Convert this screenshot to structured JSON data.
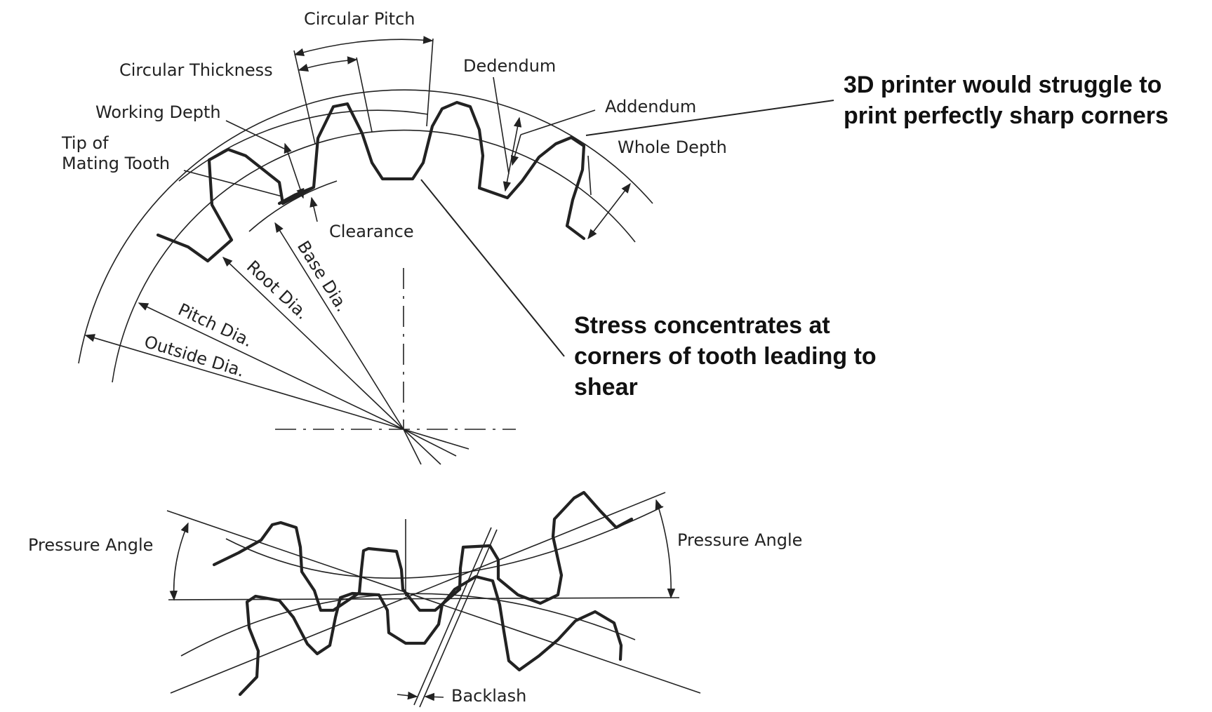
{
  "labels": {
    "circular_pitch": "Circular Pitch",
    "circular_thickness": "Circular Thickness",
    "dedendum": "Dedendum",
    "working_depth": "Working Depth",
    "addendum": "Addendum",
    "tip_of": "Tip of",
    "mating_tooth": "Mating Tooth",
    "whole_depth": "Whole Depth",
    "clearance": "Clearance",
    "base_dia": "Base Dia.",
    "root_dia": "Root Dia.",
    "pitch_dia": "Pitch Dia.",
    "outside_dia": "Outside Dia.",
    "pressure_angle_left": "Pressure Angle",
    "pressure_angle_right": "Pressure Angle",
    "backlash": "Backlash"
  },
  "annotations": {
    "printer_line1": "3D printer would struggle to",
    "printer_line2": "print perfectly sharp corners",
    "stress_line1": "Stress concentrates at",
    "stress_line2": "corners of tooth leading to",
    "stress_line3": "shear"
  }
}
